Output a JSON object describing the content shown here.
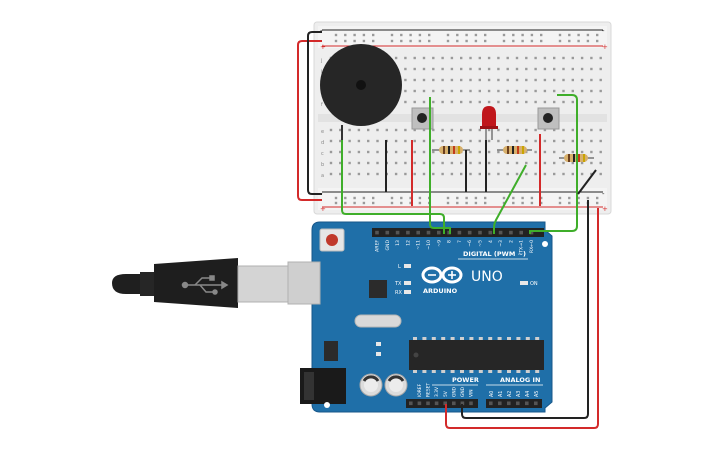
{
  "board": {
    "brand": "ARDUINO",
    "model": "UNO",
    "digital_label": "DIGITAL (PWM ~)",
    "power_label": "POWER",
    "analog_label": "ANALOG IN",
    "on_label": "ON",
    "l_label": "L",
    "tx_label": "TX",
    "rx_label": "RX",
    "digital_pins": [
      "AREF",
      "GND",
      "13",
      "12",
      "~11",
      "~10",
      "~9",
      "8",
      "7",
      "~6",
      "~5",
      "4",
      "~3",
      "2",
      "TX→1",
      "RX←0"
    ],
    "power_pins": [
      "IOREF",
      "RESET",
      "3.3V",
      "5V",
      "GND",
      "GND",
      "VIN"
    ],
    "analog_pins": [
      "A0",
      "A1",
      "A2",
      "A3",
      "A4",
      "A5"
    ]
  },
  "breadboard": {
    "row_letters_top": [
      "j",
      "i",
      "h",
      "g",
      "f"
    ],
    "row_letters_bottom": [
      "e",
      "d",
      "c",
      "b",
      "a"
    ],
    "rail_plus": "+",
    "rail_minus": "-"
  },
  "colors": {
    "board": "#1f6fa8",
    "board_dark": "#17578a",
    "wire_red": "#d32a2a",
    "wire_black": "#222222",
    "wire_green": "#3fae2a",
    "breadboard": "#efefef"
  }
}
